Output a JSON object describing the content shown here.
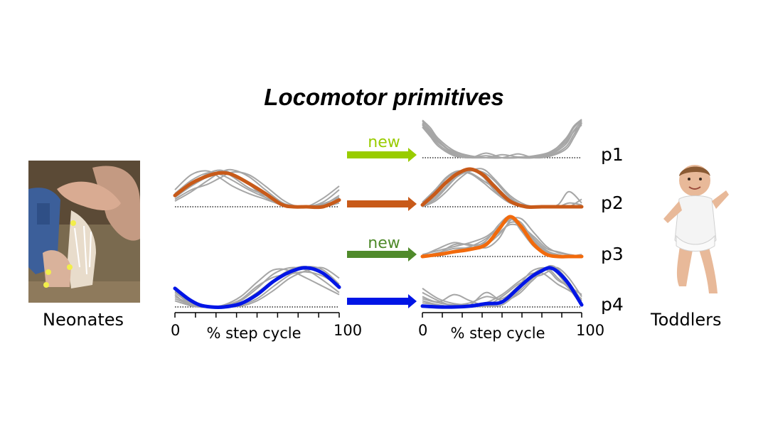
{
  "title": "Locomotor primitives",
  "left_caption": "Neonates",
  "right_caption": "Toddlers",
  "arrows": [
    {
      "row": "p1",
      "label": "new",
      "color": "#99cc00",
      "label_color": "#99cc00"
    },
    {
      "row": "p2",
      "label": "",
      "color": "#c85a19"
    },
    {
      "row": "p3",
      "label": "new",
      "color": "#4f8a2b",
      "label_color": "#4f8a2b"
    },
    {
      "row": "p4",
      "label": "",
      "color": "#0015e6"
    }
  ],
  "colors": {
    "individual": "#a6a6a6",
    "baseline": "#000000"
  },
  "chart_data": [
    {
      "type": "line",
      "group": "Neonates",
      "xlabel": "% step cycle",
      "x_ticks": [
        "0",
        "100"
      ],
      "xlim": [
        0,
        100
      ],
      "ylim": [
        0,
        1
      ],
      "rows": [
        {
          "name": "p2",
          "mean_color": "#c85a19",
          "x": [
            0,
            10,
            20,
            28,
            35,
            45,
            55,
            65,
            72,
            80,
            90,
            100
          ],
          "mean": [
            0.3,
            0.62,
            0.82,
            0.9,
            0.85,
            0.62,
            0.35,
            0.06,
            0.0,
            0.0,
            0.0,
            0.18
          ],
          "traces": [
            [
              0.25,
              0.55,
              0.8,
              0.95,
              0.88,
              0.6,
              0.25,
              0.04,
              0.0,
              0.0,
              0.05,
              0.3
            ],
            [
              0.35,
              0.7,
              0.9,
              0.85,
              0.7,
              0.45,
              0.25,
              0.1,
              0.02,
              0.0,
              0.12,
              0.45
            ],
            [
              0.15,
              0.4,
              0.7,
              0.92,
              0.98,
              0.8,
              0.45,
              0.12,
              0.02,
              0.0,
              0.02,
              0.15
            ],
            [
              0.45,
              0.85,
              0.95,
              0.75,
              0.55,
              0.35,
              0.2,
              0.05,
              0.0,
              0.0,
              0.22,
              0.55
            ],
            [
              0.2,
              0.45,
              0.6,
              0.78,
              0.92,
              0.85,
              0.55,
              0.2,
              0.04,
              0.0,
              0.0,
              0.1
            ],
            [
              0.3,
              0.6,
              0.88,
              0.97,
              0.8,
              0.5,
              0.3,
              0.08,
              0.0,
              0.0,
              0.08,
              0.25
            ]
          ]
        },
        {
          "name": "p4",
          "mean_color": "#0015e6",
          "x": [
            0,
            8,
            15,
            22,
            30,
            40,
            50,
            60,
            70,
            80,
            90,
            100
          ],
          "mean": [
            0.45,
            0.2,
            0.05,
            0.0,
            0.0,
            0.08,
            0.3,
            0.62,
            0.85,
            0.95,
            0.82,
            0.48
          ],
          "traces": [
            [
              0.38,
              0.15,
              0.02,
              0.0,
              0.02,
              0.15,
              0.45,
              0.8,
              0.95,
              0.9,
              0.65,
              0.35
            ],
            [
              0.25,
              0.1,
              0.0,
              0.0,
              0.0,
              0.05,
              0.2,
              0.5,
              0.78,
              0.97,
              0.9,
              0.55
            ],
            [
              0.3,
              0.05,
              0.0,
              0.0,
              0.05,
              0.25,
              0.6,
              0.9,
              0.88,
              0.7,
              0.5,
              0.3
            ],
            [
              0.2,
              0.08,
              0.0,
              0.0,
              0.0,
              0.02,
              0.15,
              0.4,
              0.7,
              0.88,
              0.95,
              0.7
            ],
            [
              0.15,
              0.05,
              0.0,
              0.0,
              0.0,
              0.1,
              0.35,
              0.65,
              0.9,
              0.98,
              0.8,
              0.45
            ],
            [
              0.35,
              0.12,
              0.02,
              0.0,
              0.03,
              0.18,
              0.5,
              0.72,
              0.8,
              0.85,
              0.75,
              0.5
            ]
          ]
        }
      ]
    },
    {
      "type": "line",
      "group": "Toddlers",
      "xlabel": "% step cycle",
      "x_ticks": [
        "0",
        "100"
      ],
      "xlim": [
        0,
        100
      ],
      "ylim": [
        0,
        1
      ],
      "row_labels": [
        "p1",
        "p2",
        "p3",
        "p4"
      ],
      "rows": [
        {
          "name": "p1",
          "mean_color": null,
          "x": [
            0,
            5,
            10,
            20,
            30,
            40,
            50,
            60,
            70,
            80,
            90,
            95,
            100
          ],
          "mean": null,
          "traces": [
            [
              0.95,
              0.72,
              0.45,
              0.12,
              0.02,
              0.0,
              0.0,
              0.0,
              0.02,
              0.08,
              0.35,
              0.7,
              0.95
            ],
            [
              0.85,
              0.6,
              0.35,
              0.08,
              0.0,
              0.12,
              0.0,
              0.0,
              0.0,
              0.05,
              0.28,
              0.6,
              0.92
            ],
            [
              0.9,
              0.65,
              0.4,
              0.15,
              0.05,
              0.0,
              0.08,
              0.02,
              0.05,
              0.15,
              0.45,
              0.78,
              0.98
            ],
            [
              0.8,
              0.55,
              0.3,
              0.05,
              0.0,
              0.0,
              0.0,
              0.0,
              0.0,
              0.1,
              0.4,
              0.68,
              0.85
            ],
            [
              0.98,
              0.78,
              0.5,
              0.18,
              0.05,
              0.0,
              0.0,
              0.1,
              0.0,
              0.04,
              0.22,
              0.52,
              0.9
            ],
            [
              0.88,
              0.68,
              0.42,
              0.1,
              0.02,
              0.05,
              0.0,
              0.0,
              0.03,
              0.12,
              0.5,
              0.82,
              1.0
            ]
          ]
        },
        {
          "name": "p2",
          "mean_color": "#c85a19",
          "x": [
            0,
            8,
            15,
            22,
            30,
            38,
            45,
            55,
            65,
            75,
            85,
            92,
            100
          ],
          "mean": [
            0.05,
            0.35,
            0.65,
            0.88,
            1.0,
            0.85,
            0.55,
            0.15,
            0.0,
            0.0,
            0.0,
            0.0,
            0.0
          ],
          "traces": [
            [
              0.05,
              0.25,
              0.55,
              0.85,
              0.98,
              0.9,
              0.6,
              0.2,
              0.0,
              0.0,
              0.0,
              0.0,
              0.0
            ],
            [
              0.1,
              0.4,
              0.75,
              0.92,
              0.88,
              0.65,
              0.4,
              0.1,
              0.0,
              0.0,
              0.0,
              0.0,
              0.0
            ],
            [
              0.0,
              0.15,
              0.4,
              0.7,
              0.95,
              1.0,
              0.75,
              0.3,
              0.05,
              0.0,
              0.0,
              0.0,
              0.0
            ],
            [
              0.08,
              0.3,
              0.62,
              0.9,
              1.0,
              0.8,
              0.45,
              0.12,
              0.0,
              0.0,
              0.05,
              0.4,
              0.1
            ],
            [
              0.02,
              0.2,
              0.5,
              0.8,
              0.95,
              0.92,
              0.7,
              0.25,
              0.0,
              0.0,
              0.0,
              0.0,
              0.2
            ],
            [
              0.12,
              0.45,
              0.78,
              0.95,
              0.9,
              0.7,
              0.5,
              0.18,
              0.02,
              0.0,
              0.0,
              0.1,
              0.05
            ]
          ]
        },
        {
          "name": "p3",
          "mean_color": "#f26a0c",
          "x": [
            0,
            10,
            20,
            30,
            40,
            48,
            55,
            62,
            70,
            78,
            85,
            92,
            100
          ],
          "mean": [
            0.0,
            0.05,
            0.12,
            0.18,
            0.3,
            0.68,
            1.0,
            0.75,
            0.3,
            0.05,
            0.0,
            0.0,
            0.0
          ],
          "traces": [
            [
              0.0,
              0.1,
              0.2,
              0.22,
              0.3,
              0.55,
              0.85,
              0.8,
              0.45,
              0.15,
              0.05,
              0.0,
              0.0
            ],
            [
              0.05,
              0.15,
              0.25,
              0.35,
              0.5,
              0.75,
              0.95,
              0.7,
              0.35,
              0.1,
              0.0,
              0.0,
              0.05
            ],
            [
              0.0,
              0.08,
              0.3,
              0.3,
              0.22,
              0.45,
              0.9,
              0.95,
              0.6,
              0.25,
              0.1,
              0.05,
              0.0
            ],
            [
              0.0,
              0.02,
              0.1,
              0.2,
              0.4,
              0.8,
              1.0,
              0.65,
              0.25,
              0.05,
              0.0,
              0.0,
              0.0
            ],
            [
              0.02,
              0.2,
              0.35,
              0.28,
              0.35,
              0.6,
              0.8,
              0.75,
              0.5,
              0.2,
              0.12,
              0.05,
              0.0
            ],
            [
              0.0,
              0.05,
              0.15,
              0.25,
              0.45,
              0.7,
              0.92,
              0.85,
              0.4,
              0.12,
              0.02,
              0.0,
              0.0
            ]
          ]
        },
        {
          "name": "p4",
          "mean_color": "#0015e6",
          "x": [
            0,
            10,
            20,
            30,
            40,
            50,
            60,
            68,
            75,
            80,
            85,
            92,
            100
          ],
          "mean": [
            0.02,
            0.0,
            0.0,
            0.02,
            0.08,
            0.12,
            0.45,
            0.72,
            0.88,
            0.95,
            0.85,
            0.55,
            0.05
          ],
          "traces": [
            [
              0.2,
              0.1,
              0.05,
              0.1,
              0.25,
              0.2,
              0.5,
              0.85,
              0.95,
              0.9,
              0.7,
              0.45,
              0.1
            ],
            [
              0.35,
              0.15,
              0.02,
              0.0,
              0.1,
              0.3,
              0.6,
              0.8,
              0.82,
              0.7,
              0.55,
              0.4,
              0.2
            ],
            [
              0.1,
              0.05,
              0.0,
              0.05,
              0.35,
              0.15,
              0.3,
              0.6,
              0.85,
              1.0,
              0.92,
              0.6,
              0.15
            ],
            [
              0.45,
              0.2,
              0.08,
              0.05,
              0.05,
              0.1,
              0.4,
              0.75,
              0.92,
              0.85,
              0.65,
              0.5,
              0.3
            ],
            [
              0.25,
              0.12,
              0.3,
              0.15,
              0.05,
              0.25,
              0.55,
              0.7,
              0.78,
              0.88,
              0.95,
              0.7,
              0.25
            ],
            [
              0.15,
              0.05,
              0.0,
              0.0,
              0.02,
              0.05,
              0.35,
              0.65,
              0.9,
              0.95,
              0.8,
              0.45,
              0.05
            ]
          ]
        }
      ]
    }
  ]
}
